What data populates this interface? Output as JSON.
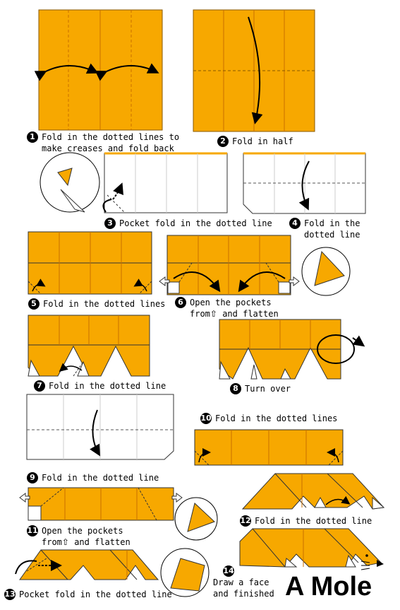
{
  "title": "A Mole",
  "colors": {
    "paper": "#F7A800",
    "paper_white": "#FFFFFF",
    "crease": "#C96F00",
    "outline": "#333333"
  },
  "steps": [
    {
      "num": "1",
      "line1": "Fold in the dotted lines to",
      "line2": "make creases and fold back"
    },
    {
      "num": "2",
      "line1": "Fold in half"
    },
    {
      "num": "3",
      "line1": "Pocket fold in the dotted line"
    },
    {
      "num": "4",
      "line1": "Fold in the",
      "line2": "dotted line"
    },
    {
      "num": "5",
      "line1": "Fold in the dotted lines"
    },
    {
      "num": "6",
      "line1": "Open the pockets",
      "line2a": "from",
      "line2_icon": "⇧",
      "line2b": "and flatten"
    },
    {
      "num": "7",
      "line1": "Fold in the dotted line"
    },
    {
      "num": "8",
      "line1": "Turn over"
    },
    {
      "num": "9",
      "line1": "Fold in the dotted line"
    },
    {
      "num": "10",
      "line1": "Fold in the dotted lines"
    },
    {
      "num": "11",
      "line1": "Open the pockets",
      "line2a": "from",
      "line2_icon": "⇧",
      "line2b": "and flatten"
    },
    {
      "num": "12",
      "line1": "Fold in the dotted line"
    },
    {
      "num": "13",
      "line1": "Pocket fold in the dotted line"
    },
    {
      "num": "14",
      "line1": "Draw a face",
      "line2": "and finished"
    }
  ]
}
